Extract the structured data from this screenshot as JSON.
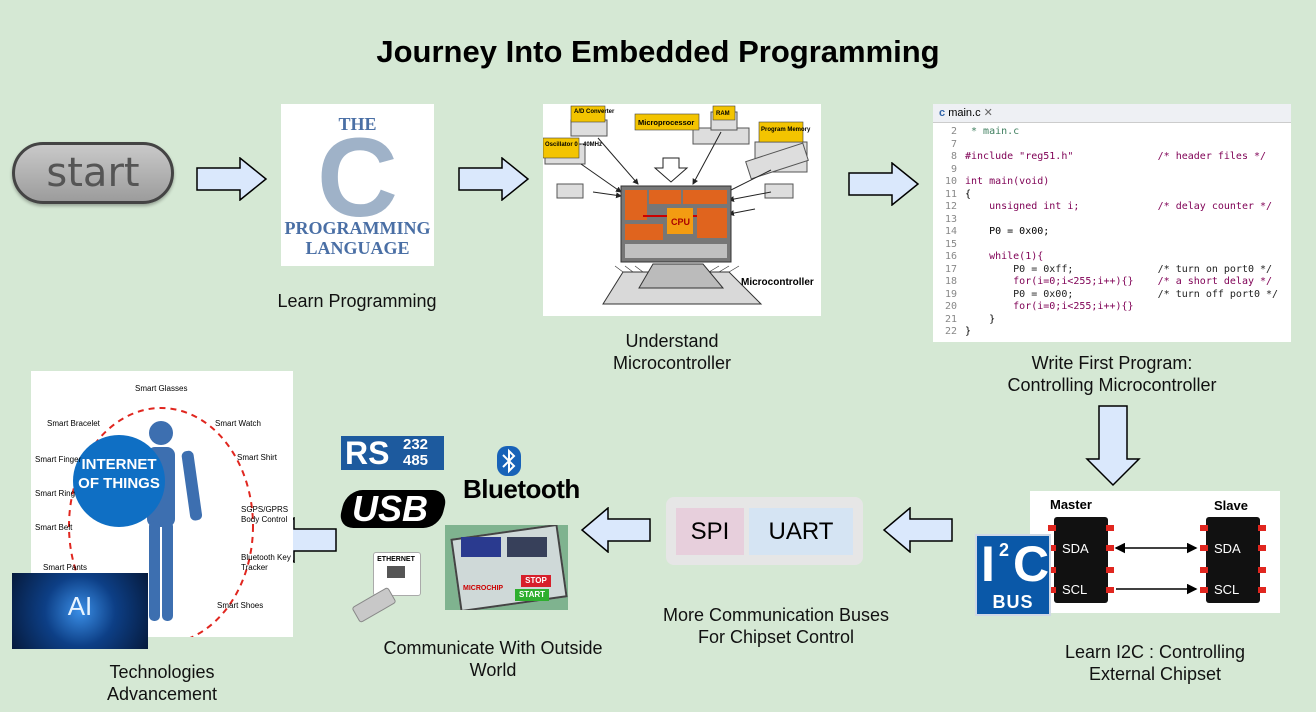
{
  "title": "Journey Into Embedded Programming",
  "start_label": "start",
  "steps": {
    "learn_programming": "Learn Programming",
    "understand_mcu": [
      "Understand",
      "Microcontroller"
    ],
    "first_program": [
      "Write First Program:",
      "Controlling Microcontroller"
    ],
    "i2c": [
      "Learn I2C : Controlling",
      "External Chipset"
    ],
    "buses": [
      "More Communication Buses",
      "For Chipset Control"
    ],
    "outside": [
      "Communicate With Outside",
      "World"
    ],
    "tech": [
      "Technologies",
      "Advancement"
    ]
  },
  "c_book": {
    "line1": "THE",
    "letter": "C",
    "line2": "PROGRAMMING",
    "line3": "LANGUAGE"
  },
  "mcu_labels": {
    "ad": "A/D Converter",
    "osc": "Oscillator 0 - 40MHz",
    "mp": "Microprocessor",
    "ram": "RAM",
    "pm": "Program Memory",
    "cpu": "CPU",
    "mc": "Microcontroller"
  },
  "code": {
    "tab": "main.c",
    "lines": [
      {
        "n": "2",
        "t": " * main.c"
      },
      {
        "n": "7",
        "t": ""
      },
      {
        "n": "8",
        "t": "#include \"reg51.h\"              /* header files */"
      },
      {
        "n": "9",
        "t": ""
      },
      {
        "n": "10",
        "t": "int main(void)"
      },
      {
        "n": "11",
        "t": "{"
      },
      {
        "n": "12",
        "t": "    unsigned int i;             /* delay counter */"
      },
      {
        "n": "13",
        "t": ""
      },
      {
        "n": "14",
        "t": "    P0 = 0x00;"
      },
      {
        "n": "15",
        "t": ""
      },
      {
        "n": "16",
        "t": "    while(1){"
      },
      {
        "n": "17",
        "t": "        P0 = 0xff;              /* turn on port0 */"
      },
      {
        "n": "18",
        "t": "        for(i=0;i<255;i++){}    /* a short delay */"
      },
      {
        "n": "19",
        "t": "        P0 = 0x00;              /* turn off port0 */"
      },
      {
        "n": "20",
        "t": "        for(i=0;i<255;i++){}"
      },
      {
        "n": "21",
        "t": "    }"
      },
      {
        "n": "22",
        "t": "}"
      }
    ]
  },
  "i2c_diagram": {
    "master": "Master",
    "slave": "Slave",
    "sda": "SDA",
    "scl": "SCL",
    "logo_i": "I",
    "logo_sup": "2",
    "logo_c": "C",
    "logo_bus": "BUS"
  },
  "buses": {
    "spi": "SPI",
    "uart": "UART"
  },
  "comm": {
    "rs": "RS",
    "rs_nums": [
      "232",
      "485"
    ],
    "usb": "USB",
    "bluetooth": "Bluetooth",
    "ethernet": "ETHERNET",
    "stop": "STOP",
    "start": "START",
    "brand": "MICROCHIP"
  },
  "iot": {
    "center": [
      "INTERNET",
      "OF THINGS"
    ],
    "items": [
      "Smart Glasses",
      "Smart Watch",
      "Smart Shirt",
      "SGPS/GPRS Body Control",
      "Bluetooth Key Tracker",
      "Smart Shoes",
      "Smart Pants",
      "Smart Belt",
      "Smart Ring",
      "Smart Finger",
      "Smart Bracelet"
    ],
    "ai": "AI"
  },
  "colors": {
    "background": "#d5e8d4",
    "arrow_fill": "#dae8fc",
    "arrow_stroke": "#000000"
  }
}
